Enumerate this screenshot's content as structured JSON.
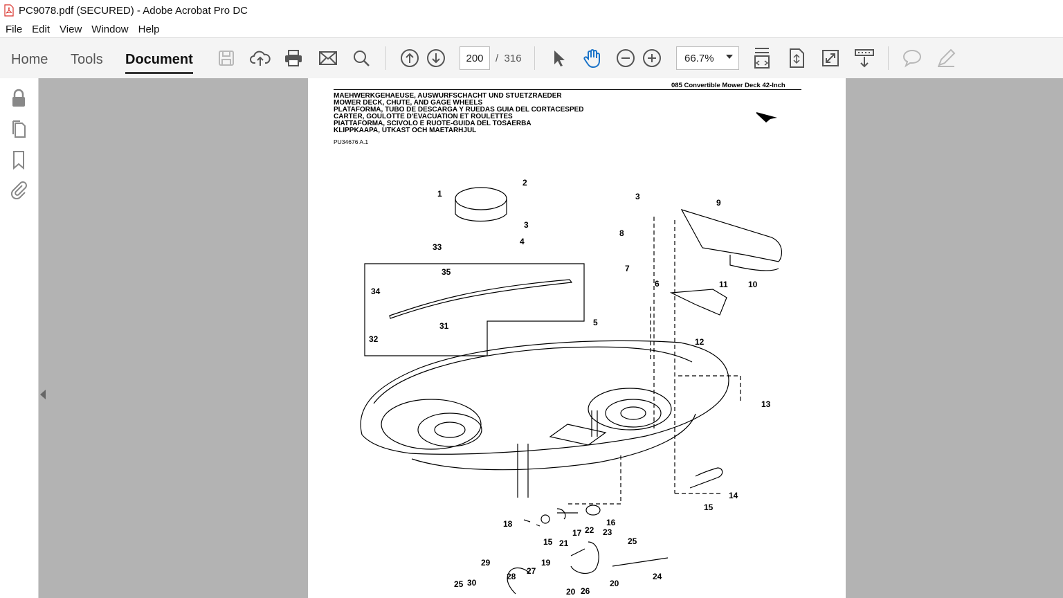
{
  "window": {
    "title": "PC9078.pdf (SECURED) - Adobe Acrobat Pro DC"
  },
  "menu": {
    "items": [
      "File",
      "Edit",
      "View",
      "Window",
      "Help"
    ]
  },
  "toolbar": {
    "tabs": [
      "Home",
      "Tools",
      "Document"
    ],
    "active_tab": "Document",
    "page_current": "200",
    "page_separator": "/",
    "page_total": "316",
    "zoom": "66.7%",
    "icons": [
      "save-icon",
      "cloud-upload-icon",
      "print-icon",
      "email-icon",
      "search-icon",
      "page-up-icon",
      "page-down-icon",
      "select-cursor-icon",
      "hand-icon",
      "zoom-out-icon",
      "zoom-in-icon",
      "fit-page-icon",
      "fit-width-icon",
      "full-screen-icon",
      "scroll-mode-icon",
      "comment-icon",
      "pen-icon"
    ]
  },
  "left_panel": {
    "icons": [
      "lock-icon",
      "pages-icon",
      "bookmark-icon",
      "attachment-icon"
    ]
  },
  "document": {
    "header_right": "085  Convertible  Mower  Deck  42-Inch",
    "title_lines": [
      "MAEHWERKGEHAEUSE, AUSWURFSCHACHT UND STUETZRAEDER",
      "MOWER DECK, CHUTE, AND GAGE WHEELS",
      "PLATAFORMA, TUBO DE DESCARGA Y RUEDAS GUIA DEL CORTACESPED",
      "CARTER, GOULOTTE D'EVACUATION ET ROULETTES",
      "PIATTAFORMA, SCIVOLO E RUOTE-GUIDA DEL TOSAERBA",
      "KLIPPKAAPA, UTKAST OCH MAETARHJUL"
    ],
    "reference": "PU34676 A.1",
    "callouts": [
      "1",
      "2",
      "3",
      "4",
      "33",
      "35",
      "34",
      "31",
      "32",
      "5",
      "3",
      "9",
      "8",
      "10",
      "7",
      "6",
      "11",
      "12",
      "13",
      "14",
      "15",
      "16",
      "17",
      "18",
      "15",
      "21",
      "22",
      "23",
      "25",
      "19",
      "24",
      "27",
      "28",
      "29",
      "25",
      "30",
      "20",
      "26",
      "20"
    ]
  },
  "colors": {
    "viewer_bg": "#b3b3b3",
    "toolbar_bg": "#f4f4f4",
    "pdf_red": "#d9322b"
  }
}
